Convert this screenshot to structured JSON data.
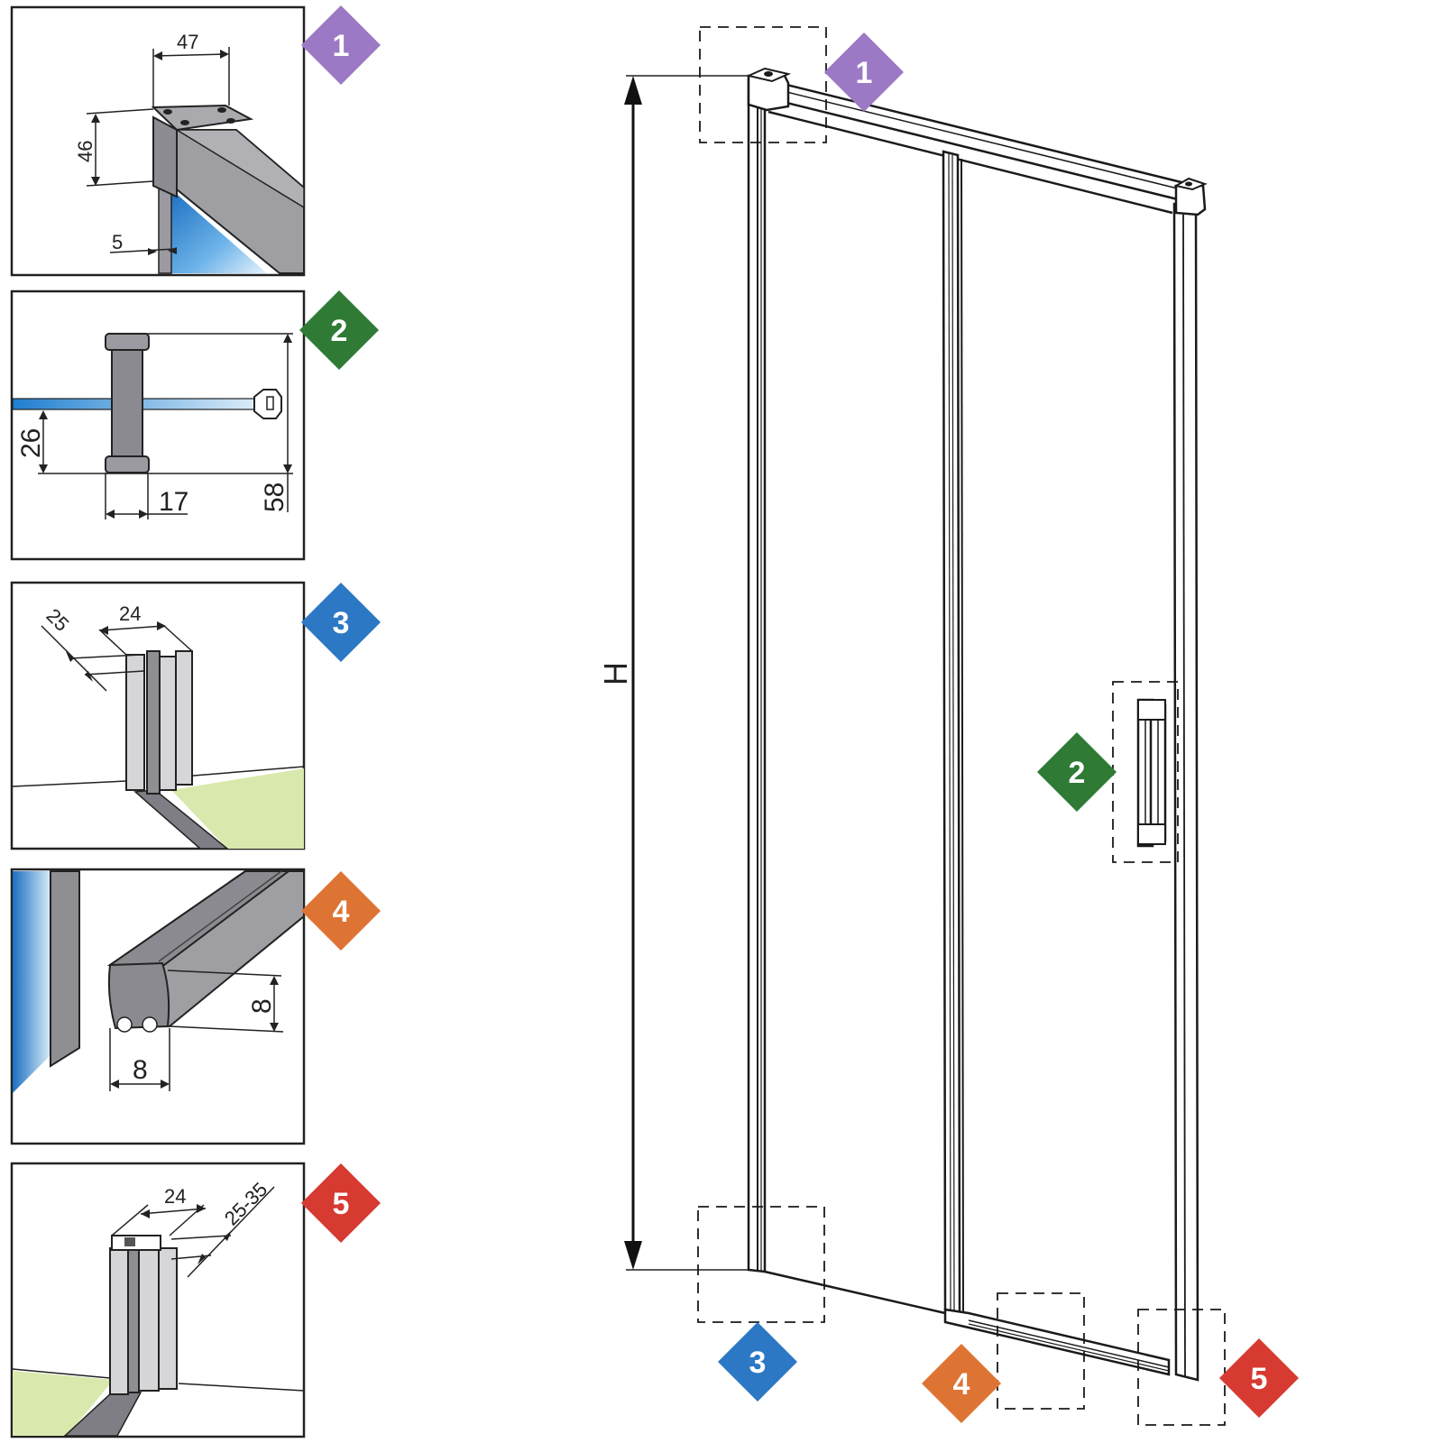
{
  "colors": {
    "purple": "#9b79c4",
    "green": "#2f7a35",
    "blue": "#2c78c4",
    "orange": "#dd7434",
    "red": "#d63a31",
    "frame": "#1a1a1a",
    "profile_gray": "#9e9ea3",
    "glass_blue": "#2f8fd8",
    "floor_green": "#d9e9ad"
  },
  "badges": {
    "b1": "1",
    "b2": "2",
    "b3": "3",
    "b4": "4",
    "b5": "5"
  },
  "details": {
    "d1": {
      "width": "47",
      "height": "46",
      "gap": "5"
    },
    "d2": {
      "offset": "26",
      "depth": "17",
      "height": "58"
    },
    "d3": {
      "depth": "25",
      "width": "24"
    },
    "d4": {
      "height": "8",
      "width": "8"
    },
    "d5": {
      "width": "24",
      "range": "25-35"
    }
  },
  "main": {
    "height_label": "H"
  }
}
